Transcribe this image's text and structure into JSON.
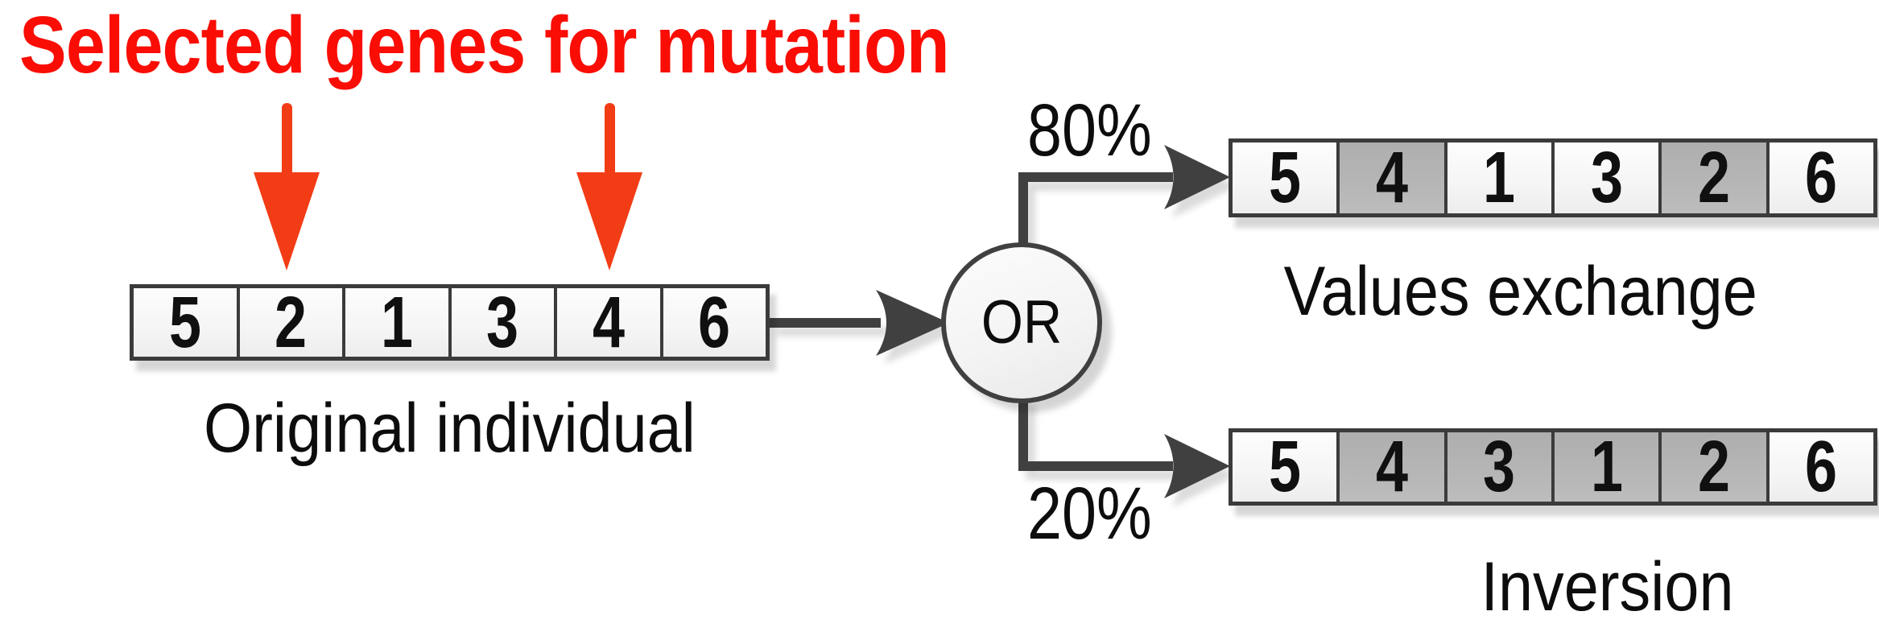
{
  "title": "Selected genes for mutation",
  "or_node": {
    "label": "OR"
  },
  "selection_arrows": {
    "icon": "down-arrow-icon",
    "count": 2,
    "target_gene_indices": [
      1,
      4
    ]
  },
  "rows": {
    "original": {
      "caption": "Original individual",
      "values": [
        "5",
        "2",
        "1",
        "3",
        "4",
        "6"
      ],
      "highlighted_indices": []
    },
    "values_exchange": {
      "caption": "Values exchange",
      "probability": "80%",
      "values": [
        "5",
        "4",
        "1",
        "3",
        "2",
        "6"
      ],
      "highlighted_indices": [
        1,
        4
      ]
    },
    "inversion": {
      "caption": "Inversion",
      "probability": "20%",
      "values": [
        "5",
        "4",
        "3",
        "1",
        "2",
        "6"
      ],
      "highlighted_indices": [
        1,
        2,
        3,
        4
      ]
    }
  },
  "colors": {
    "title_red": "#f90d05",
    "selection_arrow_red": "#f23c15",
    "connector_gray": "#404040",
    "highlight_cell_gray": "#b5b5b5"
  }
}
